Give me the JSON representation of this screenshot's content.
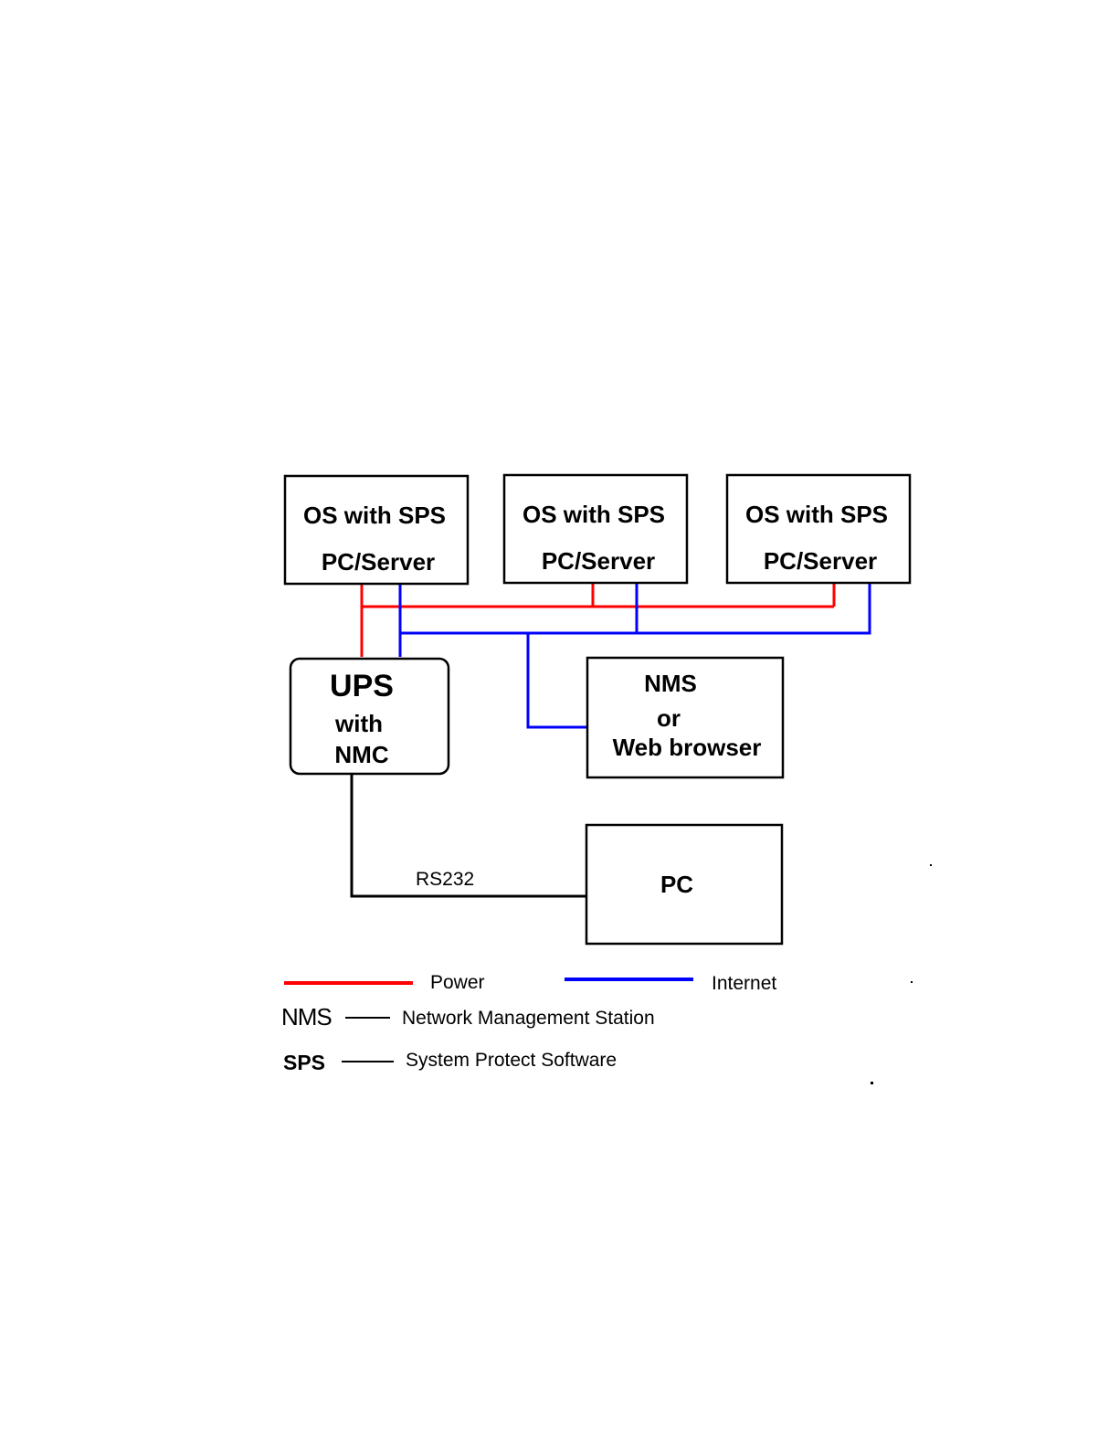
{
  "colors": {
    "power": "#ff0000",
    "internet": "#0000ff",
    "serial": "#000000"
  },
  "nodes": {
    "server_1": {
      "line1": "OS with SPS",
      "line2": "PC/Server"
    },
    "server_2": {
      "line1": "OS with SPS",
      "line2": "PC/Server"
    },
    "server_3": {
      "line1": "OS with SPS",
      "line2": "PC/Server"
    },
    "ups": {
      "line1": "UPS",
      "line2": "with",
      "line3": "NMC"
    },
    "nms": {
      "line1": "NMS",
      "line2": "or",
      "line3": "Web browser"
    },
    "pc": {
      "label": "PC"
    }
  },
  "connections": {
    "rs232_label": "RS232"
  },
  "legend": {
    "power": "Power",
    "internet": "Internet",
    "nms_abbr": "NMS",
    "nms_full": "Network Management Station",
    "sps_abbr": "SPS",
    "sps_full": "System Protect Software"
  }
}
